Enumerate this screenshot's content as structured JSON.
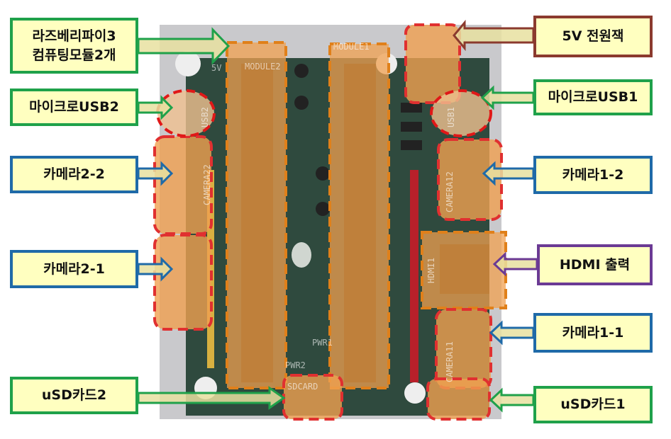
{
  "labels": {
    "compute_modules": "라즈베리파이3\n컴퓨팅모듈2개",
    "micro_usb2": "마이크로USB2",
    "camera2_2": "카메라2-2",
    "camera2_1": "카메라2-1",
    "usd_card2": "uSD카드2",
    "power_jack": "5V 전원잭",
    "micro_usb1": "마이크로USB1",
    "camera1_2": "카메라1-2",
    "hdmi_out": "HDMI 출력",
    "camera1_1": "카메라1-1",
    "usd_card1": "uSD카드1"
  },
  "board_silkscreen": {
    "module2": "MODULE2",
    "module1": "MODULE1",
    "usb2": "USB2",
    "usb1": "USB1",
    "cam22": "CAMERA22",
    "cam12": "CAMERA12",
    "cam11": "CAMERA11",
    "hdmi": "HDMI1",
    "sdcard": "SDCARD",
    "pwr2": "PWR2",
    "pwr1": "PWR1",
    "fivev": "5V"
  },
  "colors": {
    "green": "#1fa14a",
    "blue": "#1f6aa8",
    "brown": "#8b3a2e",
    "purple": "#6b3a94",
    "overlay": "#f0a050",
    "label_fill": "#ffffc0"
  }
}
